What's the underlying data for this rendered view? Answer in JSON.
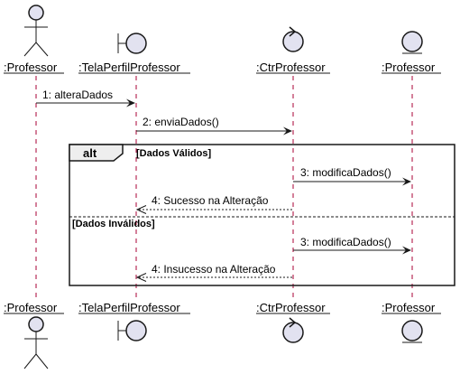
{
  "participants": [
    {
      "name": ":Professor",
      "kind": "actor"
    },
    {
      "name": ":TelaPerfilProfessor",
      "kind": "boundary"
    },
    {
      "name": ":CtrProfessor",
      "kind": "control"
    },
    {
      "name": ":Professor",
      "kind": "entity"
    }
  ],
  "messages": [
    {
      "text": "1: alteraDados",
      "from": 0,
      "to": 1,
      "style": "solid"
    },
    {
      "text": "2: enviaDados()",
      "from": 1,
      "to": 2,
      "style": "solid"
    },
    {
      "text": "3: modificaDados()",
      "from": 2,
      "to": 3,
      "style": "solid"
    },
    {
      "text": "4: Sucesso na Alteração",
      "from": 2,
      "to": 1,
      "style": "dashed"
    },
    {
      "text": "3: modificaDados()",
      "from": 2,
      "to": 3,
      "style": "solid"
    },
    {
      "text": "4: Insucesso na Alteração",
      "from": 2,
      "to": 1,
      "style": "dashed"
    }
  ],
  "fragment": {
    "keyword": "alt",
    "guards": [
      "[Dados Válidos]",
      "[Dados Inválidos]"
    ]
  },
  "colors": {
    "participant_fill": "#e2e2f0",
    "lifeline": "#a80036",
    "stroke": "#181818",
    "fragment_tab": "#eeeeee"
  }
}
